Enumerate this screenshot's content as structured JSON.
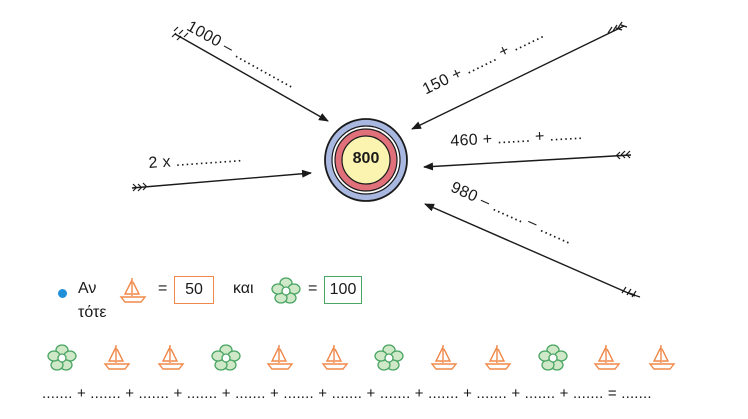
{
  "target": {
    "value": "800"
  },
  "expressions": {
    "top_left": "1000 – ..............",
    "left": "2 x ..............",
    "top_right": "150 + ....... + .......",
    "right": "460 + ....... + .......",
    "bottom_right": "980 – ....... – ......."
  },
  "legend": {
    "word_if": "Αν",
    "word_then": "τότε",
    "word_and": "και",
    "boat_icon": "sailboat-icon",
    "flower_icon": "flower-icon",
    "equals": "=",
    "boat_value": "50",
    "flower_value": "100"
  },
  "sequence": [
    "flower-icon",
    "sailboat-icon",
    "sailboat-icon",
    "flower-icon",
    "sailboat-icon",
    "sailboat-icon",
    "flower-icon",
    "sailboat-icon",
    "sailboat-icon",
    "flower-icon",
    "sailboat-icon",
    "sailboat-icon"
  ],
  "sum_line": "....... + ....... + ....... + ....... + ....... + ....... + ....... + ....... + ....... + ....... + ....... + ....... = .......",
  "colors": {
    "ring_outer": "#a9b8e0",
    "ring_middle": "#e0707a",
    "center": "#fbf4b0",
    "boat": "#f0894a",
    "flower": "#4aa564",
    "bullet": "#1f8fd8"
  }
}
